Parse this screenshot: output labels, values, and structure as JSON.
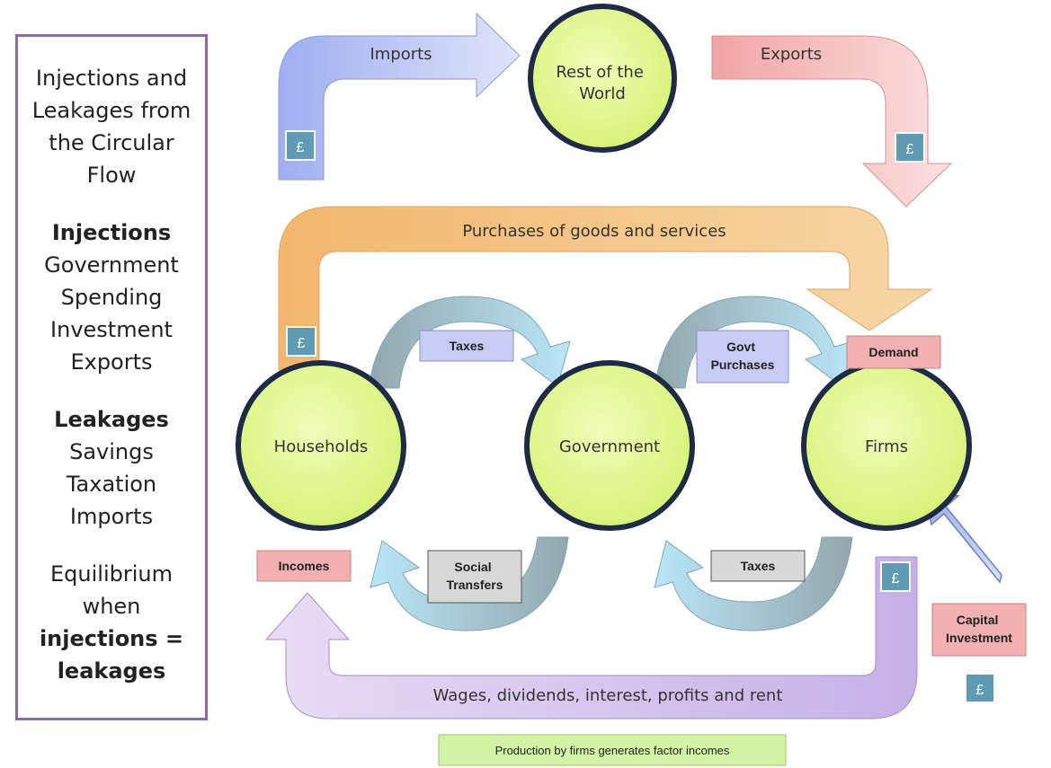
{
  "sidebar": {
    "title_lines": [
      "Injections and",
      "Leakages from",
      "the Circular",
      "Flow"
    ],
    "injections_heading": "Injections",
    "injections_items": [
      "Government",
      "Spending",
      "Investment",
      "Exports"
    ],
    "leakages_heading": "Leakages",
    "leakages_items": [
      "Savings",
      "Taxation",
      "Imports"
    ],
    "equilibrium_lines": [
      "Equilibrium",
      "when"
    ],
    "equilibrium_bold_lines": [
      "injections =",
      "leakages"
    ]
  },
  "nodes": {
    "rest_of_world": [
      "Rest of the",
      "World"
    ],
    "households": "Households",
    "government": "Government",
    "firms": "Firms"
  },
  "flows": {
    "imports": "Imports",
    "exports": "Exports",
    "purchases": "Purchases of goods and services",
    "wages": "Wages, dividends, interest, profits and rent"
  },
  "boxes": {
    "taxes_top": "Taxes",
    "govt_purchases": [
      "Govt",
      "Purchases"
    ],
    "demand": "Demand",
    "incomes": "Incomes",
    "social_transfers": [
      "Social",
      "Transfers"
    ],
    "taxes_bottom": "Taxes",
    "capital_investment": [
      "Capital",
      "Investment"
    ],
    "footer": "Production by firms generates factor incomes"
  },
  "currency_symbol": "£",
  "colors": {
    "node_fill": "#e6fa9a",
    "node_stroke": "#1f2a44",
    "imports_arrow": "#aab8ee",
    "exports_arrow": "#f0a6a6",
    "purchases_arrow": "#f4c080",
    "wages_arrow": "#c9b4e6",
    "curved_arrow": "#9fd6f0",
    "red_box": "#f2b0b0",
    "blue_box": "#c8ccf5",
    "grey_box": "#d8d8d8",
    "green_box": "#d2f2a6",
    "pound_box": "#5f9bb5"
  }
}
